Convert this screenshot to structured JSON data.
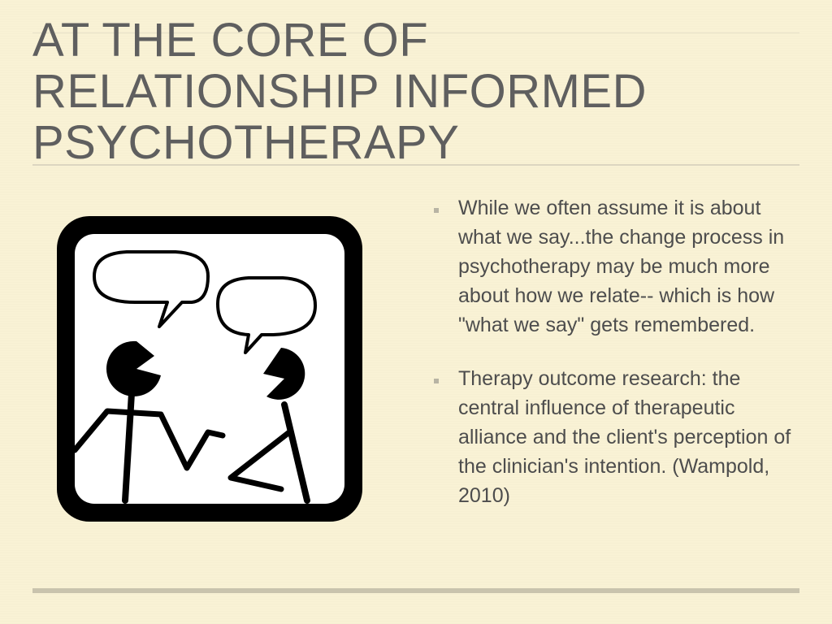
{
  "slide": {
    "title_lines": [
      "AT THE CORE OF",
      "RELATIONSHIP INFORMED",
      "PSYCHOTHERAPY"
    ],
    "bullets": [
      {
        "text": "While we often assume it is about what we say...the change process in psychotherapy may be much more about how we relate-- which is how \"what we say\" gets remembered."
      },
      {
        "text": "Therapy outcome research: the central influence of therapeutic alliance and the client's perception of the clinician's intention. (Wampold, 2010)"
      }
    ],
    "illustration": {
      "icon": "two-people-talking-icon"
    }
  },
  "colors": {
    "background": "#f9f2d5",
    "title": "#5f5f5f",
    "body_text": "#4d4d4d",
    "rule": "#c9c3ad",
    "bullet_marker": "#b8b4a4"
  }
}
